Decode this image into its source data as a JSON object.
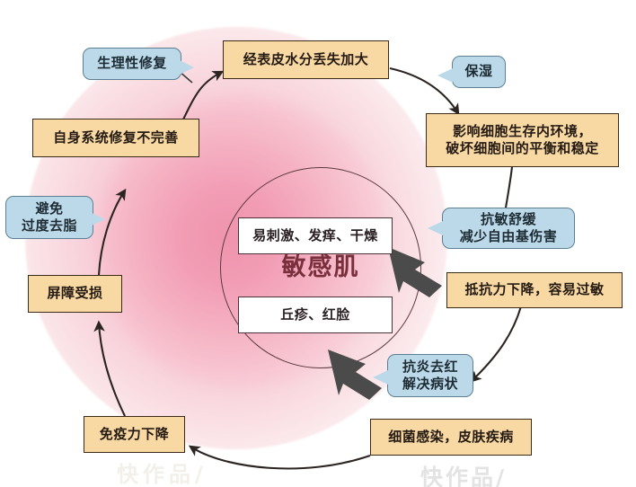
{
  "diagram": {
    "center": {
      "title": "敏感肌",
      "symptom_top": "易刺激、发痒、干燥",
      "symptom_bottom": "丘疹、红脸"
    },
    "cause_boxes": [
      {
        "id": "tewl",
        "label": "经表皮水分丢失加大"
      },
      {
        "id": "cell-env",
        "label": "影响细胞生存内环境，\n破坏细胞间的平衡和稳定"
      },
      {
        "id": "resistance",
        "label": "抵抗力下降，容易过敏"
      },
      {
        "id": "infection",
        "label": "细菌感染，皮肤疾病"
      },
      {
        "id": "immunity",
        "label": "免疫力下降"
      },
      {
        "id": "barrier",
        "label": "屏障受损"
      },
      {
        "id": "self-repair",
        "label": "自身系统修复不完善"
      }
    ],
    "solution_boxes": [
      {
        "id": "physio-repair",
        "label": "生理性修复"
      },
      {
        "id": "moisturize",
        "label": "保湿"
      },
      {
        "id": "anti-allergy",
        "label": "抗敏舒缓\n减少自由基伤害"
      },
      {
        "id": "anti-inflam",
        "label": "抗炎去红\n解决病状"
      },
      {
        "id": "avoid-degrease",
        "label": "避免\n过度去脂"
      }
    ],
    "labels": {
      "tewl": "经表皮水分丢失加大",
      "cell_env_line1": "影响细胞生存内环境，",
      "cell_env_line2": "破坏细胞间的平衡和稳定",
      "resistance": "抵抗力下降，容易过敏",
      "infection": "细菌感染，皮肤疾病",
      "immunity": "免疫力下降",
      "barrier": "屏障受损",
      "self_repair": "自身系统修复不完善",
      "physio_repair": "生理性修复",
      "moisturize": "保湿",
      "anti_allergy_line1": "抗敏舒缓",
      "anti_allergy_line2": "减少自由基伤害",
      "anti_inflam_line1": "抗炎去红",
      "anti_inflam_line2": "解决病状",
      "avoid_degrease_line1": "避免",
      "avoid_degrease_line2": "过度去脂"
    },
    "watermark": "快作品/",
    "colors": {
      "cause_fill": "#f8d9a4",
      "cause_border": "#3b2a18",
      "solution_fill": "#bcd9ea",
      "solution_border": "#5d7f93",
      "center_title": "#7a2f3c",
      "halo_core": "#ef93ad",
      "arrow": "#2b2420",
      "pointer": "#4a4a4a"
    }
  }
}
